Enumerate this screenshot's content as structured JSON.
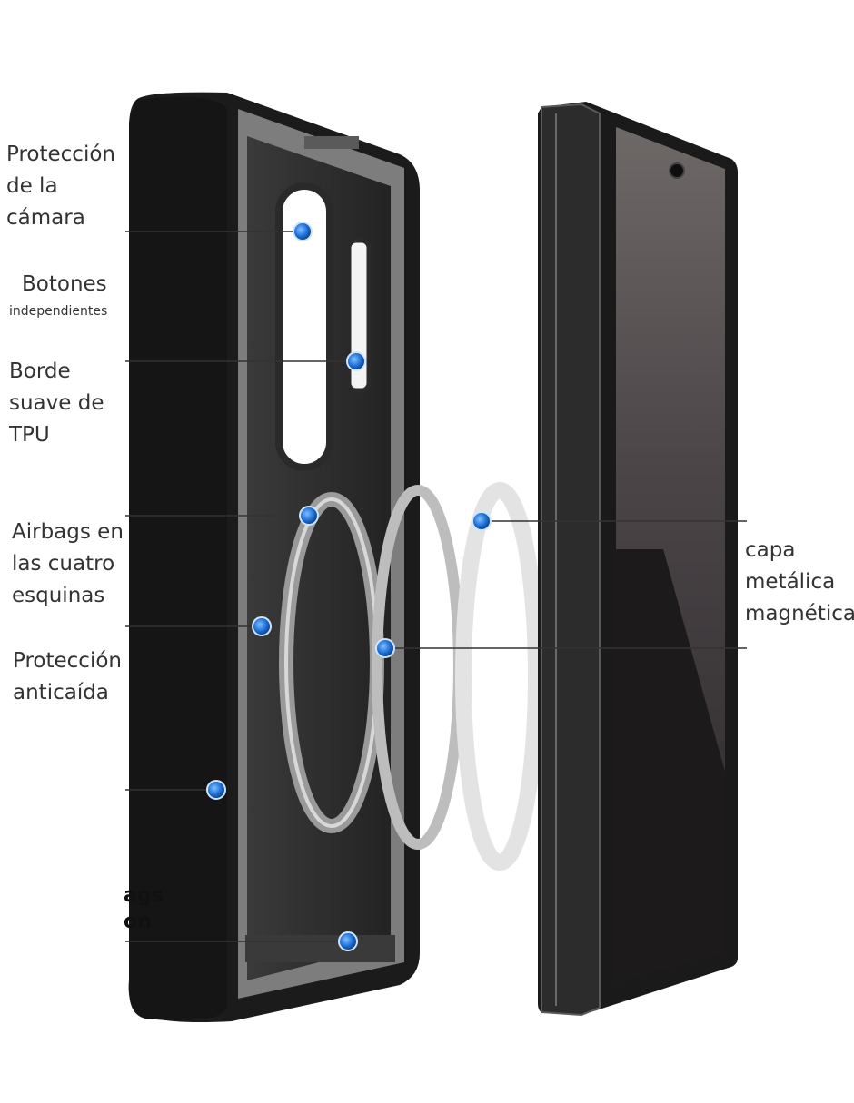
{
  "labels": {
    "camera_protection": "Protección\nde la\ncámara",
    "buttons_title": "Botones",
    "buttons_sub": "independientes",
    "tpu_edge": "Borde\nsuave de\nTPU",
    "airbags": "Airbags en\nlas cuatro\nesquinas",
    "drop_protection": "Protección\nanticaída",
    "magnetic_layer": "capa\nmetálica\nmagnética",
    "partial_bold": "ags\non"
  },
  "colors": {
    "case_black": "#1e1e1e",
    "case_frame": "#8a8a8a",
    "callout_blue": "#1f6fd6",
    "line": "#333333"
  }
}
